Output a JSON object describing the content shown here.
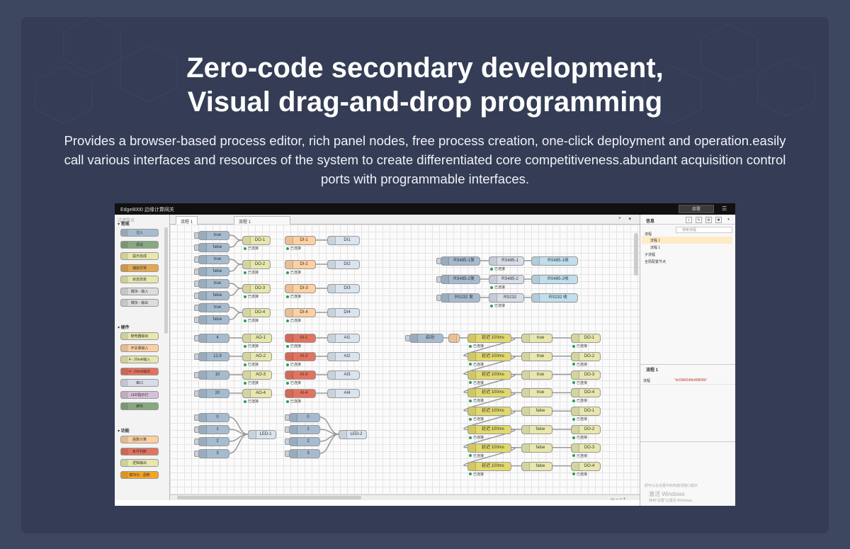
{
  "hero": {
    "title_line1": "Zero-code secondary development,",
    "title_line2": "Visual drag-and-drop programming",
    "description": "Provides a browser-based process editor, rich panel nodes, free process creation, one-click deployment and operation.easily call various interfaces and resources of the system to create differentiated core competitiveness.abundant acquisition control ports with programmable interfaces."
  },
  "editor": {
    "app_title": "Edge8000 边缘计算网关",
    "deploy_label": "部署",
    "menu_icon": "hamburger-icon",
    "palette_search_placeholder": "过滤节点",
    "palette": {
      "categories": [
        "常规",
        "硬件",
        "功能"
      ],
      "common": [
        "注入",
        "调试",
        "提示完成",
        "捕获异常",
        "状态改变",
        "模块 - 输入",
        "模块 - 输出"
      ],
      "hardware": [
        "继电器输出",
        "开关量输入",
        "4 - 20mA输入",
        "4 - 20mA输出",
        "串口",
        "LED指示灯",
        "蜂鸣"
      ],
      "function": [
        "函数计算",
        "条件判断",
        "逻辑输出",
        "模块化 - 函数"
      ]
    },
    "tabs": [
      "流程 1",
      "流程 1"
    ],
    "status_text": "已连接",
    "workspace": {
      "inject_values": [
        "true",
        "false",
        "true",
        "false",
        "true",
        "false",
        "true",
        "false"
      ],
      "do_nodes": [
        "DO-1",
        "DO-2",
        "DO-3",
        "DO-4"
      ],
      "di_nodes": [
        "DI-1",
        "DI-2",
        "DI-3",
        "DI-4"
      ],
      "di_debug": [
        "DI1",
        "DI2",
        "DI3",
        "DI4"
      ],
      "serial_inject": [
        "RS485-1发",
        "RS485-2发",
        "RS232 发"
      ],
      "serial_nodes": [
        "RS485-1",
        "RS485-2",
        "RS232"
      ],
      "serial_debug": [
        "RS485-1收",
        "RS485-2收",
        "RS232 收"
      ],
      "ao_values": [
        "4",
        "12.8",
        "10",
        "20"
      ],
      "ao_nodes": [
        "AO-1",
        "AO-2",
        "AO-3",
        "AO-4"
      ],
      "ai_nodes": [
        "AI-1",
        "AI-2",
        "AI-3",
        "AI-4"
      ],
      "ai_debug": [
        "AI1",
        "AI2",
        "AI3",
        "AI4"
      ],
      "led_values": [
        "0",
        "1",
        "2",
        "3"
      ],
      "led_nodes": [
        "LED-1",
        "LED-2"
      ],
      "start_label": "启动",
      "delay_label": "延迟 100ms",
      "seq_values": [
        "true",
        "true",
        "true",
        "true",
        "false",
        "false",
        "false",
        "false"
      ],
      "seq_outputs": [
        "DO-1",
        "DO-2",
        "DO-3",
        "DO-4",
        "DO-1",
        "DO-2",
        "DO-3",
        "DO-4"
      ]
    },
    "sidebar": {
      "title": "信息",
      "search_placeholder": "搜索流程",
      "tree": [
        "流程",
        "流程 1",
        "流程 1",
        "子流程",
        "全局配置节点"
      ],
      "info_title": "流程 1",
      "info_key": "流程",
      "info_value": "\"dc58bf2d5b48858b\"",
      "watermark_line1": "即可以在设置中启用激活窗口提示",
      "watermark_line2": "激活 Windows",
      "watermark_line3": "转到\"设置\"以激活 Windows。"
    }
  }
}
